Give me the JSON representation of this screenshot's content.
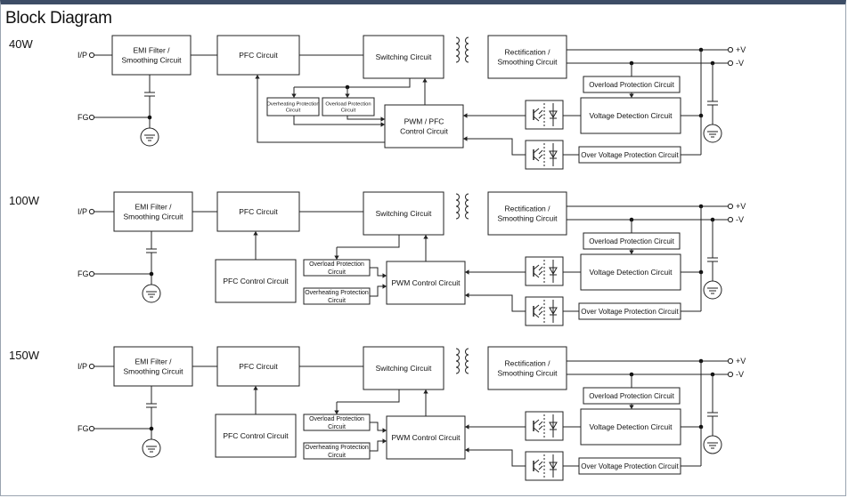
{
  "title": "Block Diagram",
  "sections": [
    {
      "label": "40W",
      "ip": "I/P",
      "fg": "FG",
      "plus": "+V",
      "minus": "-V",
      "emi": [
        "EMI Filter /",
        "Smoothing Circuit"
      ],
      "pfc": "PFC Circuit",
      "switching": "Switching Circuit",
      "rect": [
        "Rectification /",
        "Smoothing Circuit"
      ],
      "overload": "Overload Protection Circuit",
      "voltage": "Voltage Detection Circuit",
      "overvoltage": "Over Voltage Protection Circuit",
      "control": [
        "PWM / PFC",
        "Control Circuit"
      ],
      "overheat_small": [
        "Overheating Protection",
        "Circuit"
      ],
      "overload_small": [
        "Overload Protection",
        "Circuit"
      ]
    },
    {
      "label": "100W",
      "ip": "I/P",
      "fg": "FG",
      "plus": "+V",
      "minus": "-V",
      "emi": [
        "EMI Filter /",
        "Smoothing Circuit"
      ],
      "pfc": "PFC Circuit",
      "switching": "Switching Circuit",
      "rect": [
        "Rectification /",
        "Smoothing Circuit"
      ],
      "overload": "Overload Protection Circuit",
      "voltage": "Voltage Detection Circuit",
      "overvoltage": "Over Voltage Protection Circuit",
      "pfc_control": "PFC Control Circuit",
      "pwm_control": "PWM Control Circuit",
      "overload_small": [
        "Overload Protection",
        "Circuit"
      ],
      "overheat_small": [
        "Overheating Protection",
        "Circuit"
      ]
    },
    {
      "label": "150W",
      "ip": "I/P",
      "fg": "FG",
      "plus": "+V",
      "minus": "-V",
      "emi": [
        "EMI Filter /",
        "Smoothing Circuit"
      ],
      "pfc": "PFC Circuit",
      "switching": "Switching Circuit",
      "rect": [
        "Rectification /",
        "Smoothing Circuit"
      ],
      "overload": "Overload Protection Circuit",
      "voltage": "Voltage Detection Circuit",
      "overvoltage": "Over Voltage Protection Circuit",
      "pfc_control": "PFC Control Circuit",
      "pwm_control": "PWM Control Circuit",
      "overload_small": [
        "Overload Protection",
        "Circuit"
      ],
      "overheat_small": [
        "Overheating Protection",
        "Circuit"
      ]
    }
  ]
}
